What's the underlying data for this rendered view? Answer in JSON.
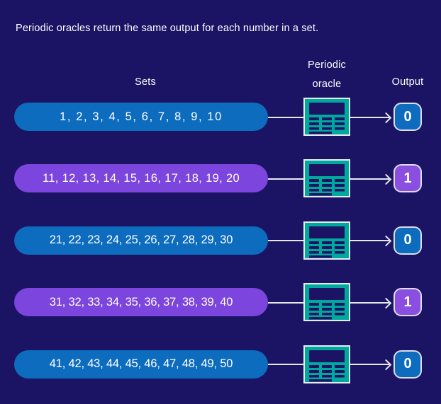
{
  "title": "Periodic oracles return the same output for each number in a set.",
  "headers": {
    "sets": "Sets",
    "oracle_line1": "Periodic",
    "oracle_line2": "oracle",
    "output": "Output"
  },
  "colors": {
    "background": "#1b1464",
    "blue": "#0d6cbd",
    "purple": "#7c45dd",
    "badge_purple": "#8a4fe0",
    "teal": "#00a99d",
    "line": "#e8e8f2",
    "text": "#ffffff",
    "badge_border": "#dcdcec"
  },
  "icon_names": {
    "oracle": "oracle-table-icon",
    "arrow": "arrow-right-icon"
  },
  "rows": [
    {
      "set_label": "1,  2,  3,  4,  5,  6,  7,  8,  9, 10",
      "numbers": [
        1,
        2,
        3,
        4,
        5,
        6,
        7,
        8,
        9,
        10
      ],
      "set_color": "blue",
      "spacing": "sp-wide",
      "output": "0",
      "output_color": "blue"
    },
    {
      "set_label": "11, 12, 13, 14, 15, 16, 17, 18, 19, 20",
      "numbers": [
        11,
        12,
        13,
        14,
        15,
        16,
        17,
        18,
        19,
        20
      ],
      "set_color": "purple",
      "spacing": "sp-mid",
      "output": "1",
      "output_color": "purple"
    },
    {
      "set_label": "21, 22, 23, 24, 25, 26, 27, 28, 29, 30",
      "numbers": [
        21,
        22,
        23,
        24,
        25,
        26,
        27,
        28,
        29,
        30
      ],
      "set_color": "blue",
      "spacing": "sp-tight",
      "output": "0",
      "output_color": "blue"
    },
    {
      "set_label": "31, 32, 33, 34, 35, 36, 37, 38, 39, 40",
      "numbers": [
        31,
        32,
        33,
        34,
        35,
        36,
        37,
        38,
        39,
        40
      ],
      "set_color": "purple",
      "spacing": "sp-tight",
      "output": "1",
      "output_color": "purple"
    },
    {
      "set_label": "41, 42, 43, 44, 45, 46, 47, 48, 49, 50",
      "numbers": [
        41,
        42,
        43,
        44,
        45,
        46,
        47,
        48,
        49,
        50
      ],
      "set_color": "blue",
      "spacing": "sp-tight",
      "output": "0",
      "output_color": "blue"
    }
  ]
}
